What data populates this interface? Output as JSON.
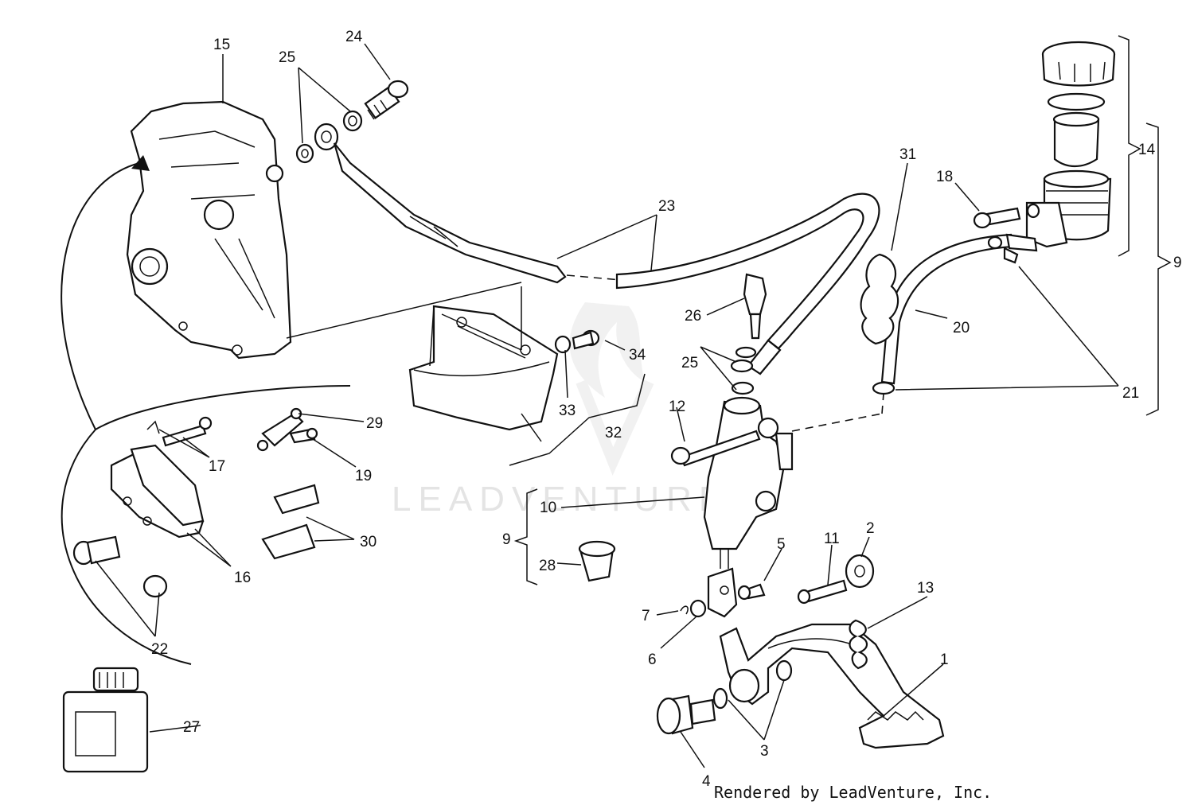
{
  "watermark": "LEADVENTURE",
  "credit": "Rendered by LeadVenture, Inc.",
  "callouts": [
    "1",
    "2",
    "3",
    "4",
    "5",
    "6",
    "7",
    "9",
    "9",
    "10",
    "11",
    "12",
    "13",
    "14",
    "15",
    "16",
    "17",
    "18",
    "19",
    "20",
    "21",
    "22",
    "23",
    "24",
    "25",
    "25",
    "26",
    "27",
    "28",
    "29",
    "30",
    "31",
    "32",
    "33",
    "34"
  ]
}
